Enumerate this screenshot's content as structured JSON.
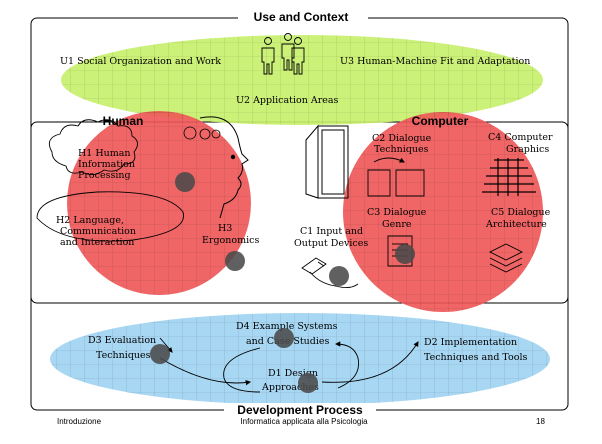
{
  "sections": {
    "use_context": "Use and Context",
    "human": "Human",
    "computer": "Computer",
    "development": "Development Process"
  },
  "labels": {
    "u1": "U1 Social Organization and Work",
    "u2": "U2 Application Areas",
    "u3": "U3 Human-Machine Fit and Adaptation",
    "h1": [
      "H1 Human",
      "Information",
      "Processing"
    ],
    "h2": [
      "H2 Language,",
      "Communication",
      "and Interaction"
    ],
    "h3": [
      "H3",
      "Ergonomics"
    ],
    "c1": [
      "C1 Input and",
      "Output Devices"
    ],
    "c2": [
      "C2 Dialogue",
      "Techniques"
    ],
    "c3": [
      "C3 Dialogue",
      "Genre"
    ],
    "c4": [
      "C4 Computer",
      "Graphics"
    ],
    "c5": [
      "C5 Dialogue",
      "Architecture"
    ],
    "d1": [
      "D1 Design",
      "Approaches"
    ],
    "d2": [
      "D2 Implementation",
      "Techniques and Tools"
    ],
    "d3": [
      "D3 Evaluation",
      "Techniques"
    ],
    "d4": [
      "D4 Example Systems",
      "and Case Studies"
    ]
  },
  "footer": {
    "left": "Introduzione",
    "center": "Informatica applicata alla Psicologia",
    "page": "18"
  },
  "colors": {
    "green": "#c6f069",
    "red": "#ee5555",
    "blue": "#9fd3f2",
    "dot": "#4a4a4a"
  }
}
